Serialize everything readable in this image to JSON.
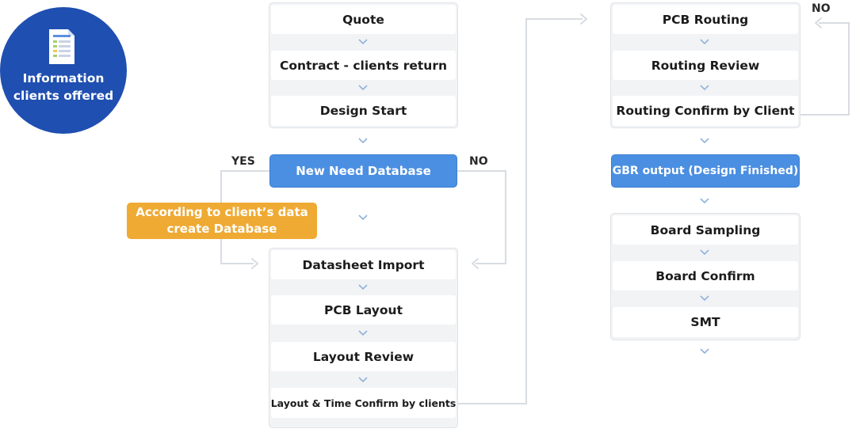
{
  "info": {
    "line1": "Information",
    "line2": "clients offered",
    "icon": "document-icon"
  },
  "labels": {
    "yes": "YES",
    "no_left": "NO",
    "no_right": "NO"
  },
  "left_column": {
    "quote": "Quote",
    "contract": "Contract - clients return",
    "design_start": "Design Start",
    "need_database": "New Need Database",
    "create_database": "According to client’s data create Database",
    "datasheet_import": "Datasheet Import",
    "pcb_layout": "PCB Layout",
    "layout_review": "Layout Review",
    "layout_confirm": "Layout & Time Confirm by clients"
  },
  "right_column": {
    "pcb_routing": "PCB Routing",
    "routing_review": "Routing Review",
    "routing_confirm": "Routing Confirm by Client",
    "gbr_output": "GBR output (Design Finished)",
    "board_sampling": "Board Sampling",
    "board_confirm": "Board Confirm",
    "smt": "SMT"
  },
  "colors": {
    "info_circle": "#1f4fb0",
    "decision_blue": "#4b8fe2",
    "database_orange": "#eeaa33",
    "connector": "#d8dce2",
    "chevron": "#8fb3dc"
  }
}
